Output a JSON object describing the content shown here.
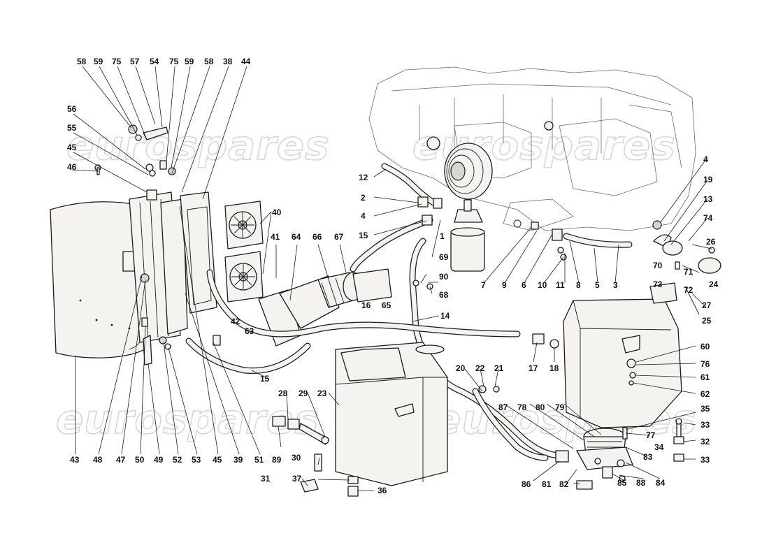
{
  "watermark": {
    "brand_text": "eurospares"
  },
  "callouts": [
    "58",
    "59",
    "75",
    "57",
    "54",
    "75",
    "59",
    "58",
    "38",
    "44",
    "56",
    "55",
    "45",
    "46",
    "40",
    "41",
    "64",
    "66",
    "67",
    "42",
    "63",
    "65",
    "12",
    "2",
    "4",
    "15",
    "1",
    "69",
    "90",
    "68",
    "16",
    "14",
    "7",
    "9",
    "6",
    "10",
    "11",
    "8",
    "5",
    "3",
    "4",
    "19",
    "13",
    "74",
    "26",
    "70",
    "71",
    "24",
    "73",
    "72",
    "27",
    "25",
    "60",
    "76",
    "61",
    "62",
    "35",
    "33",
    "32",
    "34",
    "33",
    "17",
    "18",
    "20",
    "22",
    "21",
    "23",
    "28",
    "29",
    "30",
    "31",
    "37",
    "36",
    "89",
    "87",
    "78",
    "80",
    "79",
    "77",
    "83",
    "84",
    "88",
    "85",
    "82",
    "81",
    "86",
    "43",
    "48",
    "47",
    "50",
    "49",
    "52",
    "53",
    "45",
    "39",
    "51",
    "15"
  ]
}
